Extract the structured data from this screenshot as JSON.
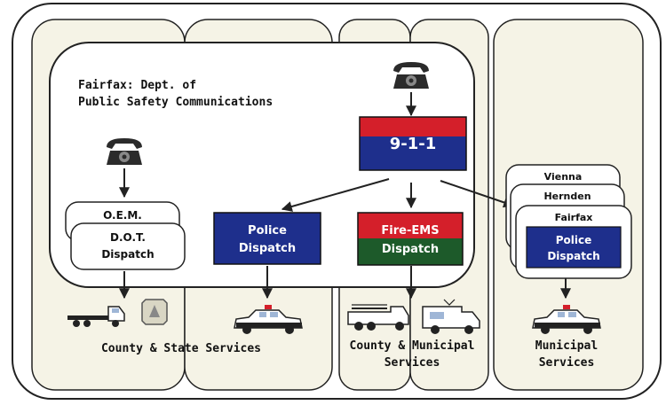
{
  "center": {
    "title_line1": "Fairfax: Dept. of",
    "title_line2": "Public Safety Communications",
    "hub_label": "9-1-1",
    "oem_label": "O.E.M.",
    "dot_line1": "D.O.T.",
    "dot_line2": "Dispatch",
    "police_line1": "Police",
    "police_line2": "Dispatch",
    "fire_line1": "Fire-EMS",
    "fire_line2": "Dispatch"
  },
  "municipal_dispatch": {
    "card1": "Vienna",
    "card2": "Hernden",
    "card3": "Fairfax",
    "police_line1": "Police",
    "police_line2": "Dispatch"
  },
  "bottom": {
    "county_state": "County & State Services",
    "county_municipal_line1": "County & Municipal",
    "county_municipal_line2": "Services",
    "municipal_line1": "Municipal",
    "municipal_line2": "Services"
  },
  "icons": [
    "telephone-icon",
    "flatbed-truck-icon",
    "road-sign-icon",
    "police-car-icon",
    "fire-engine-icon",
    "ambulance-icon"
  ],
  "colors": {
    "hub_red": "#d41f2a",
    "hub_blue": "#1e2f8c",
    "police_blue": "#1e2f8c",
    "fire_red": "#d41f2a",
    "fire_green": "#1d5a2a",
    "panel_fill": "#f5f3e6",
    "outline": "#222222"
  }
}
